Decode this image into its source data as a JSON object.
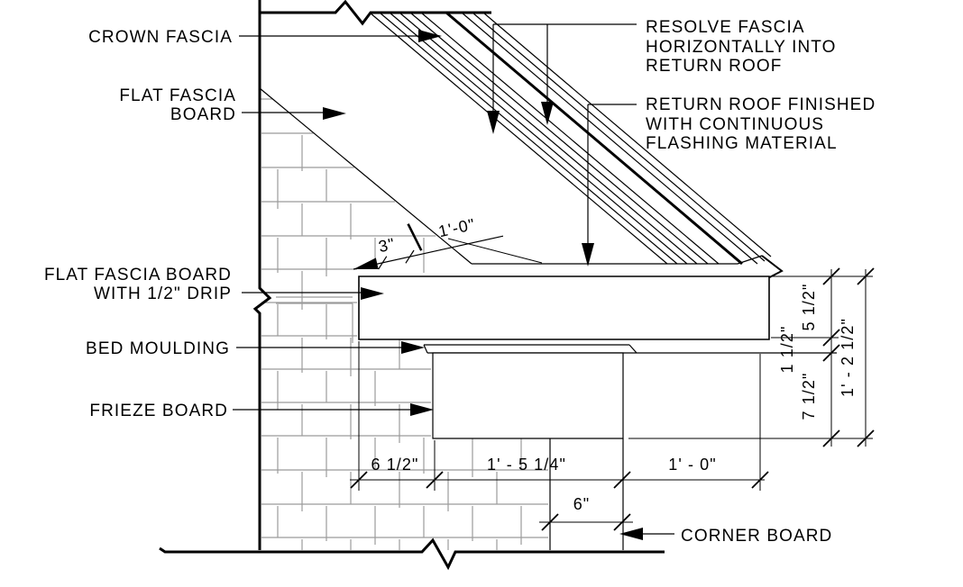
{
  "callouts": {
    "crown_fascia": "CROWN FASCIA",
    "flat_fascia_board": [
      "FLAT FASCIA",
      "BOARD"
    ],
    "resolve_fascia_note": [
      "RESOLVE FASCIA",
      "HORIZONTALLY INTO",
      "RETURN ROOF"
    ],
    "return_roof_note": [
      "RETURN ROOF FINISHED",
      "WITH CONTINUOUS",
      "FLASHING MATERIAL"
    ],
    "flat_fascia_drip": [
      "FLAT FASCIA BOARD",
      "WITH 1/2\" DRIP"
    ],
    "bed_moulding": "BED MOULDING",
    "frieze_board": "FRIEZE BOARD",
    "corner_board": "CORNER BOARD"
  },
  "dimensions": {
    "roof_slope": {
      "rise": "3\"",
      "run": "1'-0\""
    },
    "bottom_chain": [
      "6 1/2\"",
      "1' - 5 1/4\"",
      "1' - 0\""
    ],
    "corner_board_width": "6\"",
    "right_chain": [
      "5 1/2\"",
      "1 1/2\"",
      "7 1/2\""
    ],
    "right_overall": "1' - 2 1/2\""
  },
  "colors": {
    "ink": "#000000",
    "texture": "#9b9b9b",
    "background": "#ffffff"
  }
}
